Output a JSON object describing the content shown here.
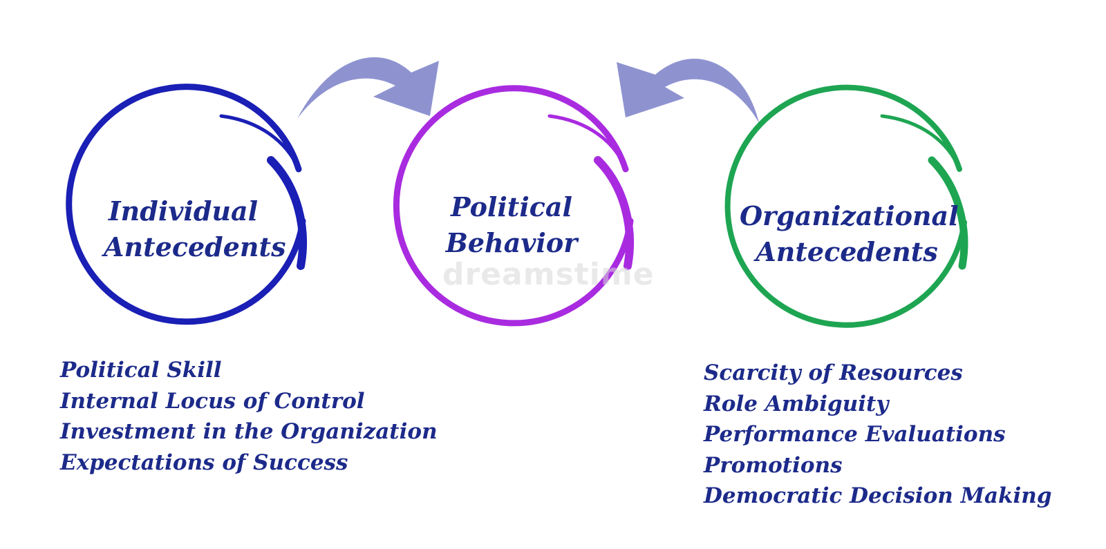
{
  "nodes": {
    "individual": {
      "line1": "Individual",
      "line2": "Antecedents",
      "color": "#1a1fb5"
    },
    "political": {
      "line1": "Political",
      "line2": "Behavior",
      "color": "#a92be0"
    },
    "organizational": {
      "line1": "Organizational",
      "line2": "Antecedents",
      "color": "#1ea552"
    }
  },
  "arrows": {
    "color": "#8e93d0"
  },
  "text_color": "#1c2a8a",
  "individual_list": [
    "Political Skill",
    "Internal Locus of Control",
    "Investment in the Organization",
    "Expectations of Success"
  ],
  "organizational_list": [
    "Scarcity of Resources",
    "Role Ambiguity",
    "Performance Evaluations",
    "Promotions",
    "Democratic Decision Making"
  ],
  "watermark": "dreamstime"
}
